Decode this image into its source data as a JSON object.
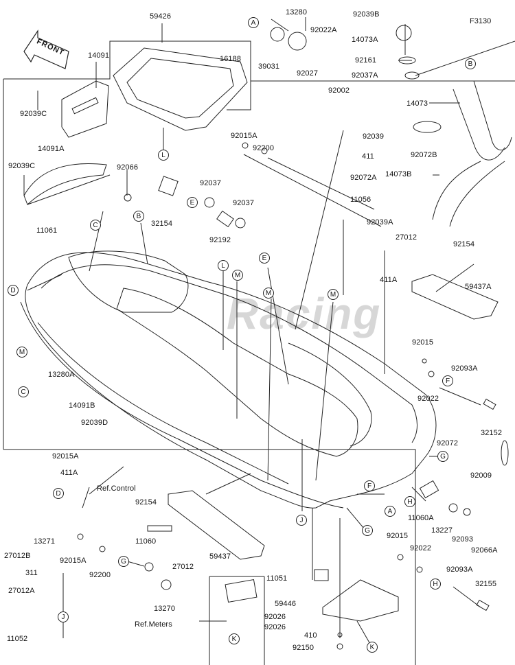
{
  "figure_code": "F3130",
  "front_label": "FRONT",
  "watermark": "Racing",
  "parts": [
    {
      "id": "p59426",
      "label": "59426"
    },
    {
      "id": "p14091",
      "label": "14091"
    },
    {
      "id": "p16188",
      "label": "16188"
    },
    {
      "id": "p92039C_a",
      "label": "92039C"
    },
    {
      "id": "p14091A",
      "label": "14091A"
    },
    {
      "id": "p92039C_b",
      "label": "92039C"
    },
    {
      "id": "p92066",
      "label": "92066"
    },
    {
      "id": "p11061",
      "label": "11061"
    },
    {
      "id": "p13280",
      "label": "13280"
    },
    {
      "id": "p39031",
      "label": "39031"
    },
    {
      "id": "p92022A",
      "label": "92022A"
    },
    {
      "id": "p92027",
      "label": "92027"
    },
    {
      "id": "p92002",
      "label": "92002"
    },
    {
      "id": "p92039B",
      "label": "92039B"
    },
    {
      "id": "p14073A",
      "label": "14073A"
    },
    {
      "id": "p92161",
      "label": "92161"
    },
    {
      "id": "p92037A",
      "label": "92037A"
    },
    {
      "id": "p14073",
      "label": "14073"
    },
    {
      "id": "p92072B",
      "label": "92072B"
    },
    {
      "id": "p14073B",
      "label": "14073B"
    },
    {
      "id": "p92015A_a",
      "label": "92015A"
    },
    {
      "id": "p92200_a",
      "label": "92200"
    },
    {
      "id": "p92039",
      "label": "92039"
    },
    {
      "id": "p411_a",
      "label": "411"
    },
    {
      "id": "p92072A",
      "label": "92072A"
    },
    {
      "id": "p11056",
      "label": "11056"
    },
    {
      "id": "p92039A",
      "label": "92039A"
    },
    {
      "id": "p92037_a",
      "label": "92037"
    },
    {
      "id": "p92037_b",
      "label": "92037"
    },
    {
      "id": "p32154",
      "label": "32154"
    },
    {
      "id": "p92192",
      "label": "92192"
    },
    {
      "id": "p27012_a",
      "label": "27012"
    },
    {
      "id": "p92154_a",
      "label": "92154"
    },
    {
      "id": "p411A",
      "label": "411A"
    },
    {
      "id": "p59437A",
      "label": "59437A"
    },
    {
      "id": "p13280A",
      "label": "13280A"
    },
    {
      "id": "p14091B",
      "label": "14091B"
    },
    {
      "id": "p92039D",
      "label": "92039D"
    },
    {
      "id": "p92015_a",
      "label": "92015"
    },
    {
      "id": "p92093A_a",
      "label": "92093A"
    },
    {
      "id": "p92022_a",
      "label": "92022"
    },
    {
      "id": "p32152",
      "label": "32152"
    },
    {
      "id": "p92072",
      "label": "92072"
    },
    {
      "id": "p92009",
      "label": "92009"
    },
    {
      "id": "p92015A_b",
      "label": "92015A"
    },
    {
      "id": "p411A_b",
      "label": "411A"
    },
    {
      "id": "p27012B",
      "label": "27012B"
    },
    {
      "id": "p13271",
      "label": "13271"
    },
    {
      "id": "p92154_b",
      "label": "92154"
    },
    {
      "id": "p59437",
      "label": "59437"
    },
    {
      "id": "p11060A",
      "label": "11060A"
    },
    {
      "id": "p13227",
      "label": "13227"
    },
    {
      "id": "p92093",
      "label": "92093"
    },
    {
      "id": "p92066A",
      "label": "92066A"
    },
    {
      "id": "p92015A_c",
      "label": "92015A"
    },
    {
      "id": "p92200_b",
      "label": "92200"
    },
    {
      "id": "p11060",
      "label": "11060"
    },
    {
      "id": "p27012_b",
      "label": "27012"
    },
    {
      "id": "p311",
      "label": "311"
    },
    {
      "id": "p27012A",
      "label": "27012A"
    },
    {
      "id": "p13270",
      "label": "13270"
    },
    {
      "id": "p11052",
      "label": "11052"
    },
    {
      "id": "p11051",
      "label": "11051"
    },
    {
      "id": "p92026_a",
      "label": "92026"
    },
    {
      "id": "p92026_b",
      "label": "92026"
    },
    {
      "id": "p59446",
      "label": "59446"
    },
    {
      "id": "p410",
      "label": "410"
    },
    {
      "id": "p92150",
      "label": "92150"
    },
    {
      "id": "p92015_b",
      "label": "92015"
    },
    {
      "id": "p92022_b",
      "label": "92022"
    },
    {
      "id": "p92093A_b",
      "label": "92093A"
    },
    {
      "id": "p32155",
      "label": "32155"
    }
  ],
  "refs": {
    "control": "Ref.Control",
    "meters": "Ref.Meters"
  },
  "callouts": [
    "A",
    "B",
    "C",
    "D",
    "E",
    "F",
    "G",
    "H",
    "J",
    "K",
    "L",
    "M"
  ]
}
